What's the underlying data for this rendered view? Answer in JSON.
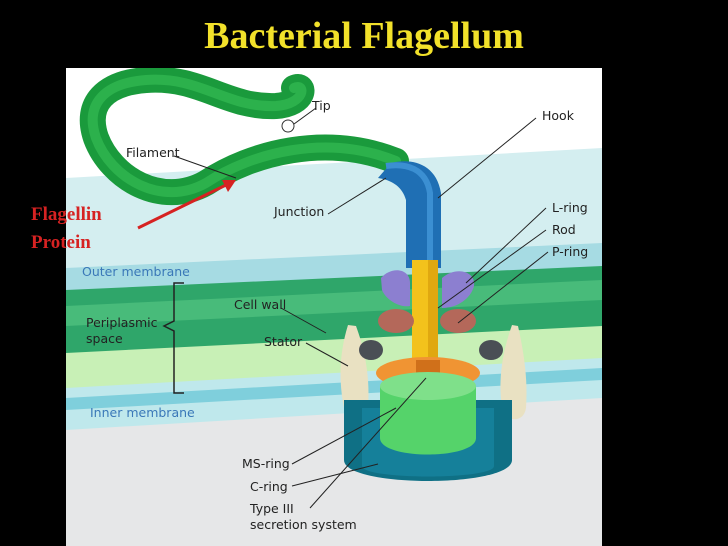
{
  "slide": {
    "title": "Bacterial Flagellum"
  },
  "annotation": {
    "line1": "Flagellin",
    "line2": "Protein"
  },
  "labels": {
    "tip": "Tip",
    "hook": "Hook",
    "filament": "Filament",
    "junction": "Junction",
    "l_ring": "L-ring",
    "rod": "Rod",
    "p_ring": "P-ring",
    "outer_membrane": "Outer membrane",
    "periplasmic_line1": "Periplasmic",
    "periplasmic_line2": "space",
    "cell_wall": "Cell wall",
    "stator": "Stator",
    "inner_membrane": "Inner membrane",
    "ms_ring": "MS-ring",
    "c_ring": "C-ring",
    "type3_line1": "Type III",
    "type3_line2": "secretion system"
  },
  "colors": {
    "title": "#f2e12a",
    "annotation": "#d62222",
    "filament": "#1a9a3c",
    "hook": "#1f6fb4",
    "rod": "#f3c21c",
    "membrane_label": "#3a78b8",
    "c_ring": "#0f7085",
    "ms_ring": "#55d36a"
  }
}
